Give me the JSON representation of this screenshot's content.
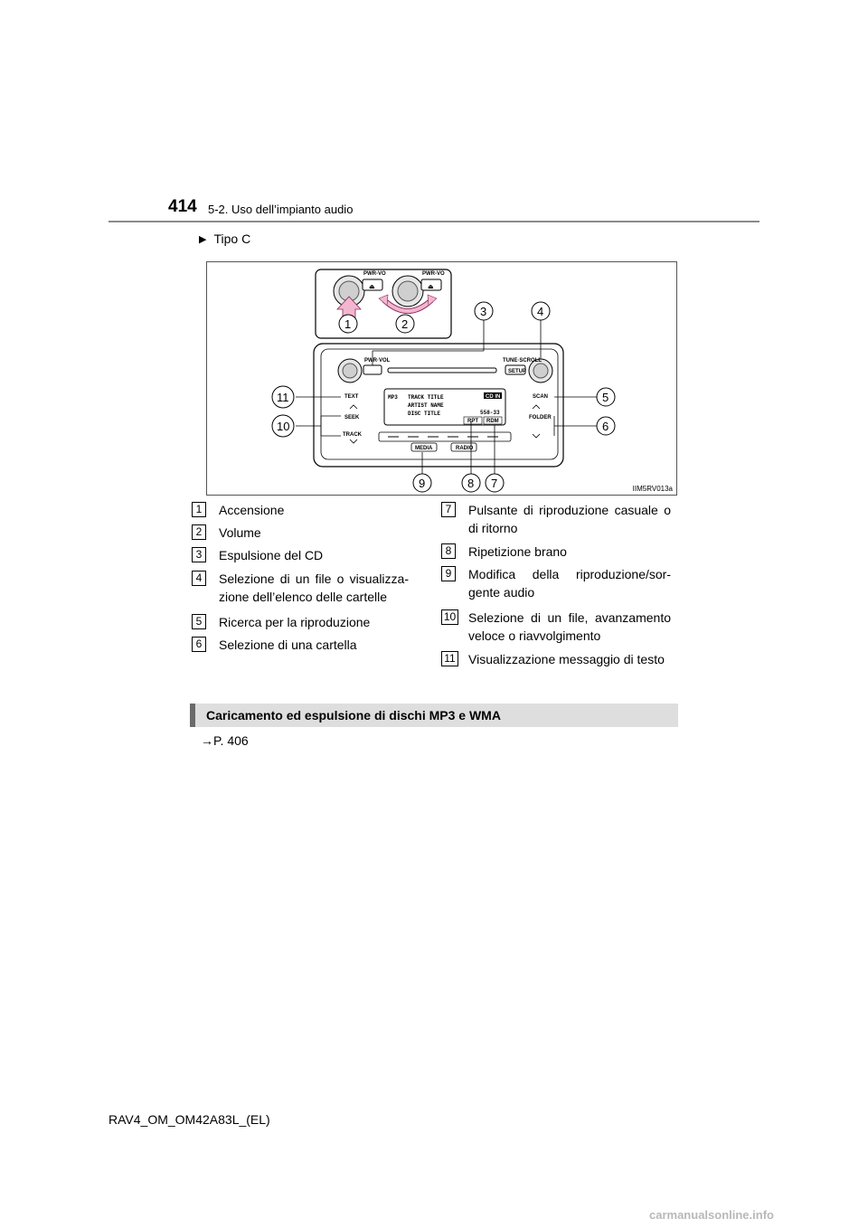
{
  "header": {
    "page_number": "414",
    "section": "5-2. Uso dell’impianto audio"
  },
  "subhead": "Tipo C",
  "figure": {
    "code": "IIM5RV013a",
    "labels": {
      "pwr_vol_small_1": "PWR-VO",
      "pwr_vol_small_2": "PWR-VO",
      "pwr_vol": "PWR·VOL",
      "tune_scroll": "TUNE·SCROLL",
      "setup": "SETUP",
      "text": "TEXT",
      "scan": "SCAN",
      "seek": "SEEK",
      "folder": "FOLDER",
      "track": "TRACK",
      "media": "MEDIA",
      "radio": "RADIO",
      "rpt": "RPT",
      "rdm": "RDM",
      "cd_in": "CD IN"
    },
    "display": {
      "format": "MP3",
      "line1": "TRACK TITLE",
      "line2": "ARTIST NAME",
      "line3": "DISC TITLE",
      "time": "558-33"
    },
    "callouts": [
      "1",
      "2",
      "3",
      "4",
      "5",
      "6",
      "7",
      "8",
      "9",
      "10",
      "11"
    ]
  },
  "legend_left": [
    {
      "num": "1",
      "text": "Accensione"
    },
    {
      "num": "2",
      "text": "Volume"
    },
    {
      "num": "3",
      "text": "Espulsione del CD"
    },
    {
      "num": "4",
      "text": "Selezione di un file o visualizza-zione dell’elenco delle cartelle"
    },
    {
      "num": "5",
      "text": "Ricerca per la riproduzione"
    },
    {
      "num": "6",
      "text": "Selezione di una cartella"
    }
  ],
  "legend_right": [
    {
      "num": "7",
      "text": "Pulsante di riproduzione casuale o di ritorno"
    },
    {
      "num": "8",
      "text": "Ripetizione brano"
    },
    {
      "num": "9",
      "text": "Modifica della riproduzione/sor-gente audio"
    },
    {
      "num": "10",
      "text": "Selezione di un file, avanzamento veloce o riavvolgimento"
    },
    {
      "num": "11",
      "text": "Visualizzazione messaggio di testo"
    }
  ],
  "section_bar": "Caricamento ed espulsione di dischi MP3 e WMA",
  "reference": "→P. 406",
  "footer": "RAV4_OM_OM42A83L_(EL)",
  "watermark": "carmanualsonline.info"
}
